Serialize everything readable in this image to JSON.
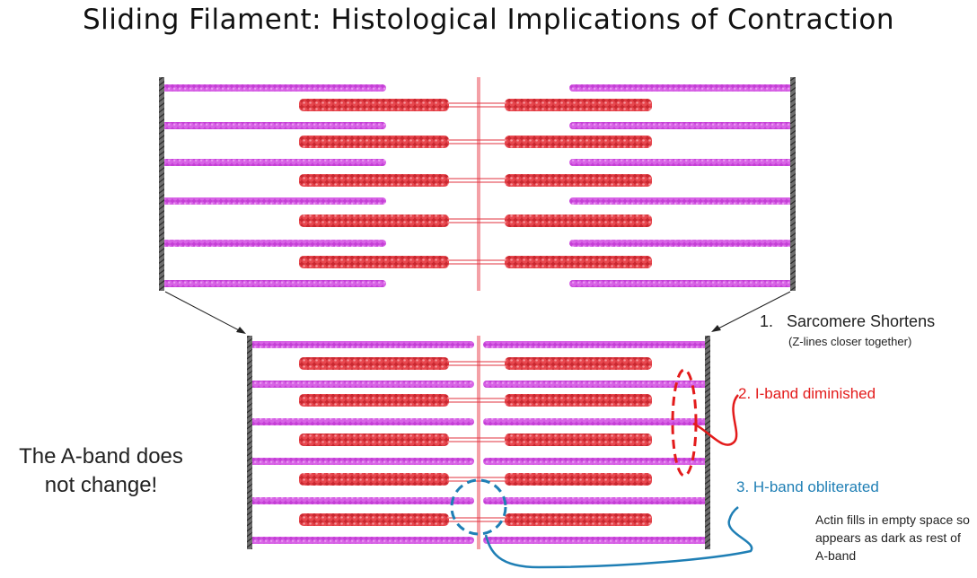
{
  "title": "Sliding Filament: Histological Implications of Contraction",
  "labels": {
    "shortens_num": "1.",
    "shortens": "Sarcomere Shortens",
    "shortens_sub": "(Z-lines closer together)",
    "iband": "2. I-band diminished",
    "hband": "3. H-band obliterated",
    "actin_note": "Actin fills in empty space so appears as dark as rest of A-band",
    "aband": "The A-band does not change!"
  },
  "colors": {
    "actin": "#c43fd6",
    "myosin": "#e0323c",
    "zline": "#555555",
    "mline": "#f4a0a6",
    "iband_annotation": "#e31b1b",
    "hband_annotation": "#1f7fb5"
  }
}
